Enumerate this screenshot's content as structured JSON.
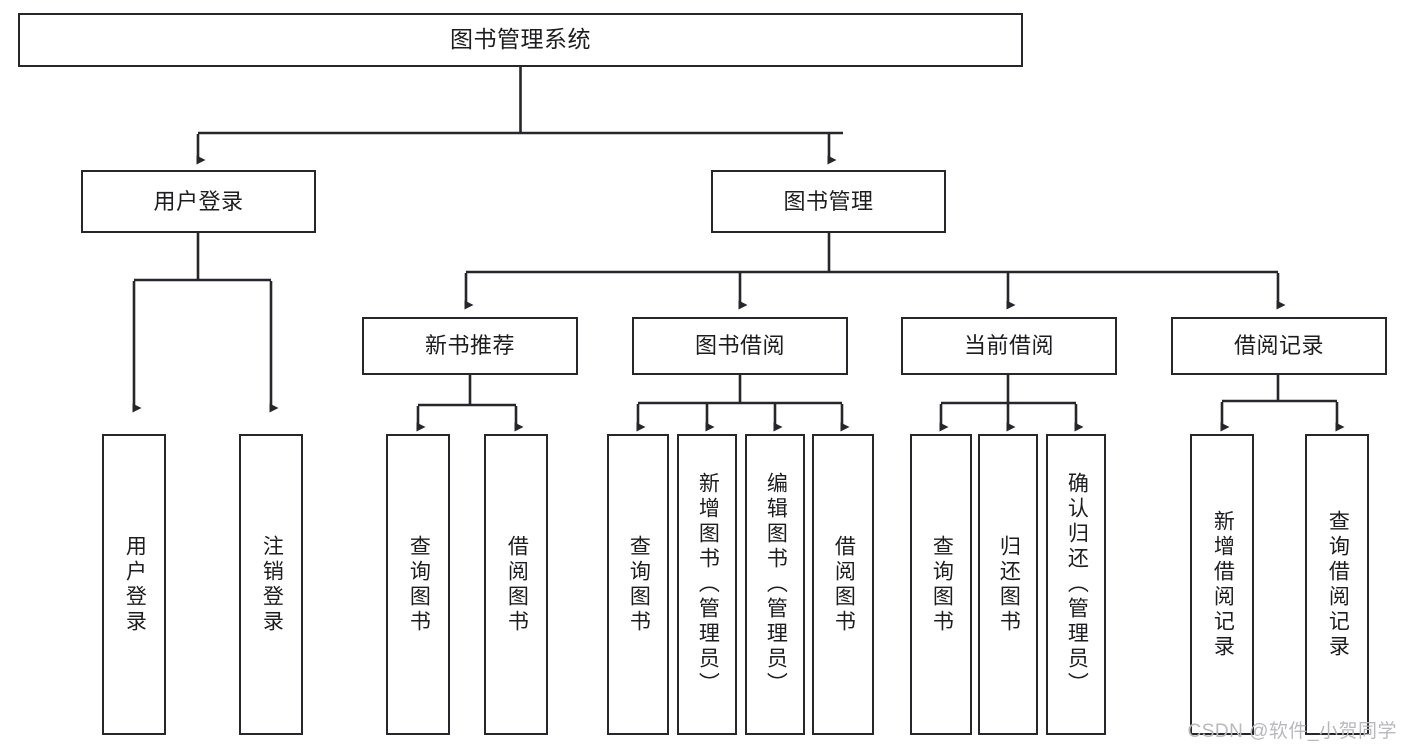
{
  "diagram": {
    "title": "图书管理系统",
    "type": "tree-hierarchy-chart",
    "watermark": "CSDN @软件_小贺同学",
    "colors": {
      "box_border": "#26262b",
      "box_fill": "#ffffff",
      "connector": "#26262b",
      "text": "#1d1d1f",
      "watermark": "#b9b9bd",
      "background": "#ffffff"
    },
    "nodes": {
      "root": {
        "label": "图书管理系统"
      },
      "level2": [
        {
          "id": "user-login",
          "label": "用户登录"
        },
        {
          "id": "book-manage",
          "label": "图书管理"
        }
      ],
      "level3": [
        {
          "id": "new-book-recommend",
          "label": "新书推荐"
        },
        {
          "id": "book-borrow",
          "label": "图书借阅"
        },
        {
          "id": "current-borrow",
          "label": "当前借阅"
        },
        {
          "id": "borrow-record",
          "label": "借阅记录"
        }
      ],
      "leaves": {
        "user_login": [
          {
            "id": "leaf-user-login",
            "label": "用户登录"
          },
          {
            "id": "leaf-logout-login",
            "label": "注销登录"
          }
        ],
        "new_book_recommend": [
          {
            "id": "leaf-query-book-1",
            "label": "查询图书"
          },
          {
            "id": "leaf-borrow-book-1",
            "label": "借阅图书"
          }
        ],
        "book_borrow": [
          {
            "id": "leaf-query-book-2",
            "label": "查询图书"
          },
          {
            "id": "leaf-add-book",
            "label": "新增图书（管理员）"
          },
          {
            "id": "leaf-edit-book",
            "label": "编辑图书（管理员）"
          },
          {
            "id": "leaf-borrow-book-2",
            "label": "借阅图书"
          }
        ],
        "current_borrow": [
          {
            "id": "leaf-query-book-3",
            "label": "查询图书"
          },
          {
            "id": "leaf-return-book",
            "label": "归还图书"
          },
          {
            "id": "leaf-confirm-return",
            "label": "确认归还（管理员）"
          }
        ],
        "borrow_record": [
          {
            "id": "leaf-add-record",
            "label": "新增借阅记录"
          },
          {
            "id": "leaf-query-record",
            "label": "查询借阅记录"
          }
        ]
      }
    }
  }
}
